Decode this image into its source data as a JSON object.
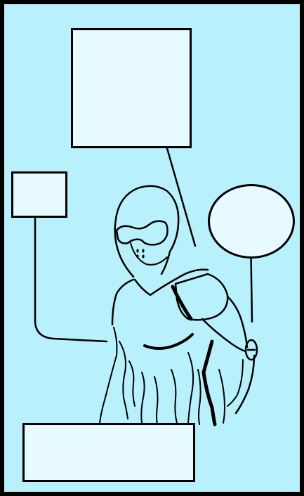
{
  "diagram": {
    "colors": {
      "frame": "#000000",
      "background": "#b8f1fb",
      "label_fill": "#e6faff",
      "ink": "#000000"
    },
    "figure": "suited-rider-outline",
    "label_boxes": [
      {
        "id": "top-rectangle",
        "shape": "rectangle",
        "text": ""
      },
      {
        "id": "left-rectangle",
        "shape": "rectangle",
        "text": ""
      },
      {
        "id": "right-ellipse",
        "shape": "ellipse",
        "text": ""
      },
      {
        "id": "bottom-rectangle",
        "shape": "rectangle",
        "text": ""
      }
    ],
    "leader_lines": [
      {
        "from": "top-rectangle",
        "to": "chest"
      },
      {
        "from": "left-rectangle",
        "to": "left-side"
      },
      {
        "from": "right-ellipse",
        "to": "arm-badge"
      }
    ]
  }
}
